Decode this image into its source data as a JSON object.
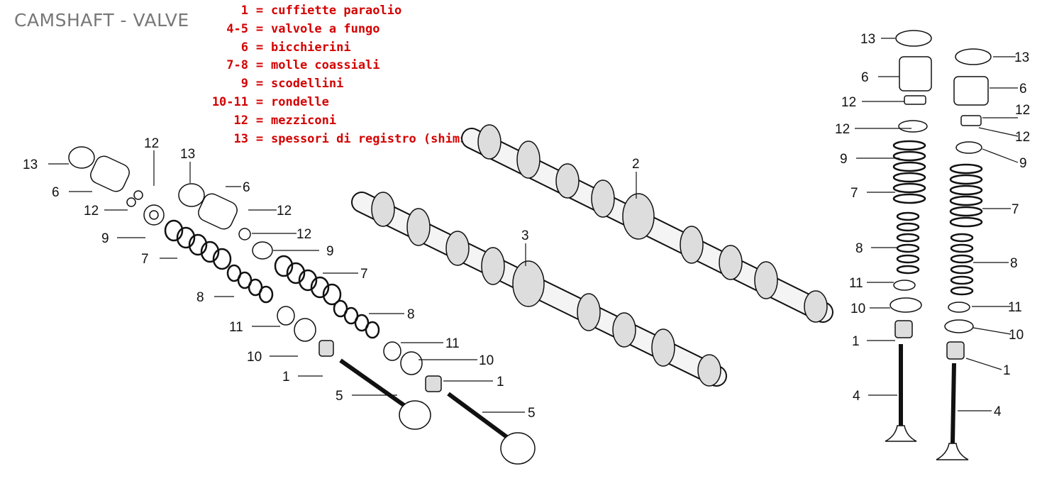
{
  "title": "CAMSHAFT - VALVE",
  "legend": [
    {
      "num": "1",
      "text": "cuffiette paraolio"
    },
    {
      "num": "4-5",
      "text": "valvole a fungo"
    },
    {
      "num": "6",
      "text": "bicchierini"
    },
    {
      "num": "7-8",
      "text": "molle coassiali"
    },
    {
      "num": "9",
      "text": "scodellini"
    },
    {
      "num": "10-11",
      "text": "rondelle"
    },
    {
      "num": "12",
      "text": "mezziconi"
    },
    {
      "num": "13",
      "text": "spessori di registro (shims)"
    }
  ],
  "callouts": {
    "left_a": [
      "13",
      "12",
      "6",
      "12",
      "9",
      "7",
      "8",
      "11",
      "10",
      "1",
      "5"
    ],
    "left_b": [
      "13",
      "6",
      "12",
      "12",
      "9",
      "7",
      "8",
      "11",
      "10",
      "1",
      "5"
    ],
    "camshafts": [
      "2",
      "3"
    ],
    "right_a": [
      "13",
      "6",
      "12",
      "12",
      "9",
      "7",
      "8",
      "11",
      "10",
      "1",
      "4"
    ],
    "right_b": [
      "13",
      "6",
      "12",
      "12",
      "9",
      "7",
      "8",
      "11",
      "10",
      "1",
      "4"
    ]
  }
}
